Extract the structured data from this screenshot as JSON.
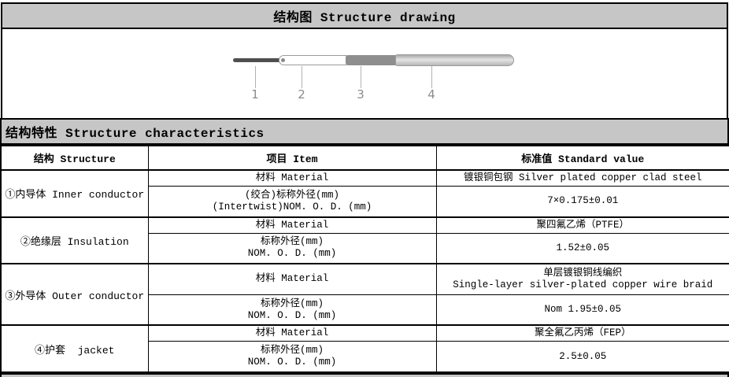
{
  "title_bar": {
    "label": "结构图 Structure drawing"
  },
  "section_header": {
    "label": "结构特性 Structure characteristics"
  },
  "drawing": {
    "labels": [
      "1",
      "2",
      "3",
      "4"
    ]
  },
  "table": {
    "headers": [
      "结构 Structure",
      "项目 Item",
      "标准值 Standard value"
    ],
    "groups": [
      {
        "structure": "①内导体 Inner conductor",
        "rows": [
          {
            "item_line1": "材料 Material",
            "value_line1": "镀银铜包钢 Silver plated copper clad steel"
          },
          {
            "item_line1": "(绞合)标称外径(mm)",
            "item_line2": "(Intertwist)NOM. O. D. (mm)",
            "value_line1": "7×0.175±0.01"
          }
        ]
      },
      {
        "structure": "②绝缘层 Insulation",
        "rows": [
          {
            "item_line1": "材料 Material",
            "value_line1": "聚四氟乙烯（PTFE）"
          },
          {
            "item_line1": "标称外径(mm)",
            "item_line2": "NOM. O. D. (mm)",
            "value_line1": "1.52±0.05"
          }
        ]
      },
      {
        "structure": "③外导体 Outer conductor",
        "rows": [
          {
            "item_line1": "材料 Material",
            "value_line1": "单层镀银铜线编织",
            "value_line2": "Single-layer silver-plated copper wire braid"
          },
          {
            "item_line1": "标称外径(mm)",
            "item_line2": "NOM. O. D. (mm)",
            "value_line1": "Nom 1.95±0.05"
          }
        ]
      },
      {
        "structure": "④护套  jacket",
        "rows": [
          {
            "item_line1": "材料 Material",
            "value_line1": "聚全氟乙丙烯（FEP）"
          },
          {
            "item_line1": "标称外径(mm)",
            "item_line2": "NOM. O. D. (mm)",
            "value_line1": "2.5±0.05"
          }
        ]
      }
    ]
  },
  "colors": {
    "section_bg": "#c6c6c6",
    "border": "#000000",
    "cable_inner_conductor": "#4f4f4f",
    "cable_outer_conductor": "#8e8e8e",
    "cable_jacket": "#c9c9c9",
    "drawing_label_text": "#8c8c8c"
  }
}
